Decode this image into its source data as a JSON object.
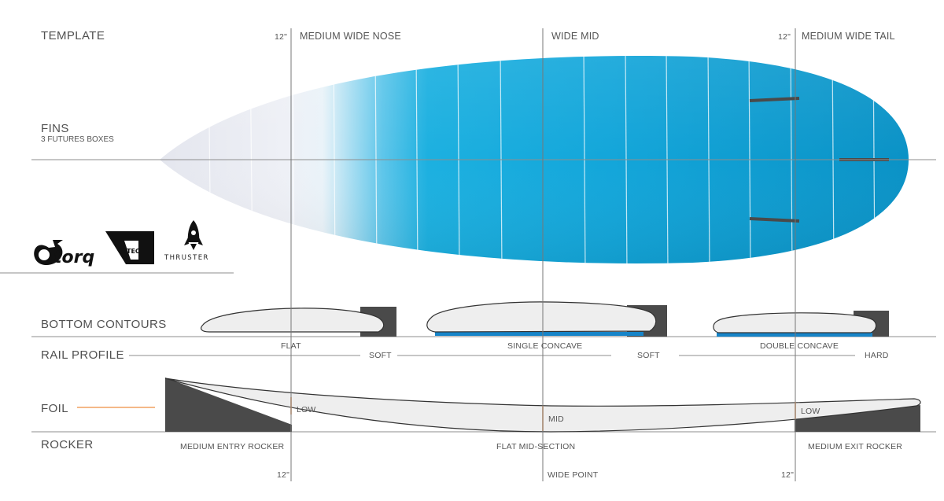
{
  "sections": {
    "template": "TEMPLATE",
    "fins": "FINS",
    "fins_sub": "3 FUTURES BOXES",
    "bottom_contours": "BOTTOM  CONTOURS",
    "rail_profile": "RAIL PROFILE",
    "foil": "FOIL",
    "rocker": "ROCKER"
  },
  "top_labels": {
    "nose_measure": "12\"",
    "nose": "MEDIUM WIDE NOSE",
    "mid": "WIDE MID",
    "tail_measure": "12\"",
    "tail": "MEDIUM WIDE TAIL"
  },
  "bottom_contours": {
    "nose": "FLAT",
    "mid": "SINGLE CONCAVE",
    "tail": "DOUBLE CONCAVE"
  },
  "rail_profile": {
    "nose": "SOFT",
    "mid": "SOFT",
    "tail": "HARD"
  },
  "foil": {
    "nose": "LOW",
    "mid": "MID",
    "tail": "LOW"
  },
  "rocker": {
    "entry": "MEDIUM ENTRY ROCKER",
    "mid": "FLAT MID-SECTION",
    "exit": "MEDIUM EXIT ROCKER"
  },
  "bottom_labels": {
    "nose_measure": "12\"",
    "mid": "WIDE POINT",
    "tail_measure": "12\""
  },
  "logos": {
    "torq": "torq",
    "tec": "TEC",
    "thruster": "THRUSTER"
  },
  "colors": {
    "board_blue": "#0fa6d8",
    "board_deep": "#0a92c6",
    "nose_white": "#eceef5",
    "concave_blue": "#1684c8",
    "block_grey": "#4a4a4a",
    "foil_accent": "#f0a060",
    "line_grey": "#9a9a9a"
  }
}
